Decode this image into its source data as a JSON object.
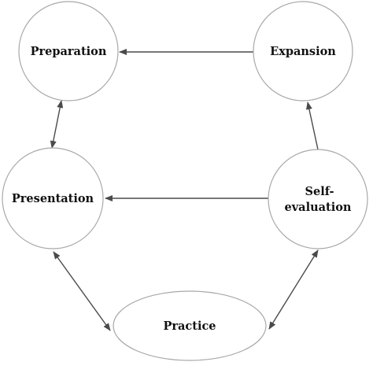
{
  "nodes": {
    "preparation": {
      "label": "Preparation"
    },
    "expansion": {
      "label": "Expansion"
    },
    "presentation": {
      "label": "Presentation"
    },
    "self_evaluation": {
      "label_line1": "Self-",
      "label_line2": "evaluation"
    },
    "practice": {
      "label": "Practice"
    }
  },
  "edges": [
    {
      "from": "expansion",
      "to": "preparation",
      "direction": "single"
    },
    {
      "from": "preparation",
      "to": "presentation",
      "direction": "both"
    },
    {
      "from": "self_evaluation",
      "to": "expansion",
      "direction": "single"
    },
    {
      "from": "self_evaluation",
      "to": "presentation",
      "direction": "single"
    },
    {
      "from": "presentation",
      "to": "practice",
      "direction": "both"
    },
    {
      "from": "practice",
      "to": "self_evaluation",
      "direction": "both"
    }
  ],
  "colors": {
    "node_border": "#a8a8a8",
    "arrow": "#4a4a4a",
    "text": "#111111"
  }
}
